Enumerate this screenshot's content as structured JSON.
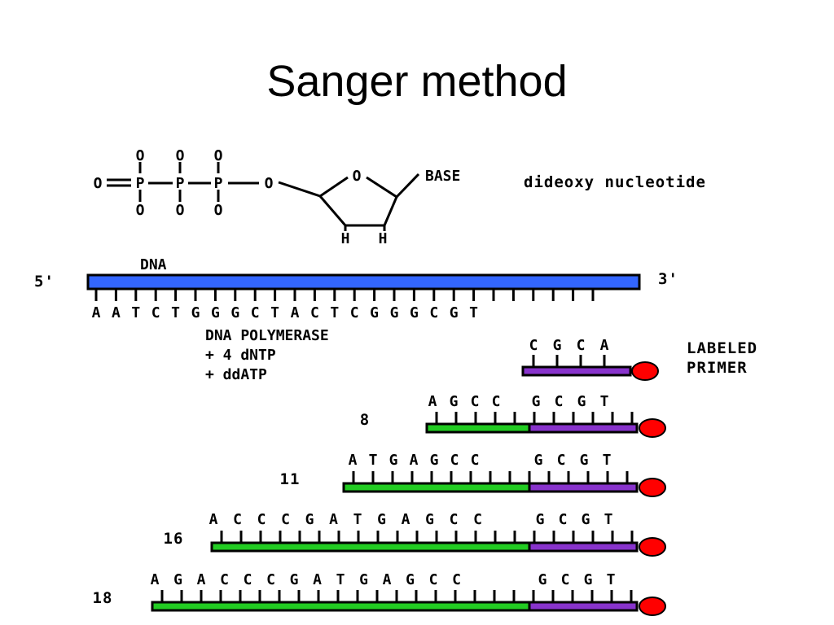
{
  "title": "Sanger method",
  "molecule": {
    "o_top": [
      "O",
      "O",
      "O"
    ],
    "o_bottom": [
      "O",
      "O",
      "O"
    ],
    "o_left": "O",
    "p": [
      "P",
      "P",
      "P"
    ],
    "o_link": "O",
    "o_ring": "O",
    "base": "BASE",
    "h": [
      "H",
      "H"
    ],
    "caption": "dideoxy nucleotide"
  },
  "template": {
    "label": "DNA",
    "end5": "5'",
    "end3": "3'",
    "sequence": [
      "A",
      "A",
      "T",
      "C",
      "T",
      "G",
      "G",
      "G",
      "C",
      "T",
      "A",
      "C",
      "T",
      "C",
      "G",
      "G",
      "G",
      "C",
      "G",
      "T"
    ],
    "tick_count": 26
  },
  "reaction": {
    "line1": "DNA POLYMERASE",
    "line2": "+ 4 dNTP",
    "line3": "+ ddATP"
  },
  "primer": {
    "sequence": [
      "C",
      "G",
      "C",
      "A"
    ],
    "label_line1": "LABELED",
    "label_line2": "PRIMER"
  },
  "fragments": [
    {
      "length": "8",
      "new_sequence": [
        "A",
        "G",
        "C",
        "C"
      ],
      "primer_sequence": [
        "G",
        "C",
        "G",
        "T"
      ]
    },
    {
      "length": "11",
      "new_sequence": [
        "A",
        "T",
        "G",
        "A",
        "G",
        "C",
        "C"
      ],
      "primer_sequence": [
        "G",
        "C",
        "G",
        "T"
      ]
    },
    {
      "length": "16",
      "new_sequence": [
        "A",
        "C",
        "C",
        "C",
        "G",
        "A",
        "T",
        "G",
        "A",
        "G",
        "C",
        "C"
      ],
      "primer_sequence": [
        "G",
        "C",
        "G",
        "T"
      ]
    },
    {
      "length": "18",
      "new_sequence": [
        "A",
        "G",
        "A",
        "C",
        "C",
        "C",
        "G",
        "A",
        "T",
        "G",
        "A",
        "G",
        "C",
        "C"
      ],
      "primer_sequence": [
        "G",
        "C",
        "G",
        "T"
      ]
    }
  ],
  "colors": {
    "template_strand": "#3366ff",
    "new_strand": "#22cc22",
    "primer_strand": "#8833cc",
    "label_dot": "#ff0000"
  }
}
